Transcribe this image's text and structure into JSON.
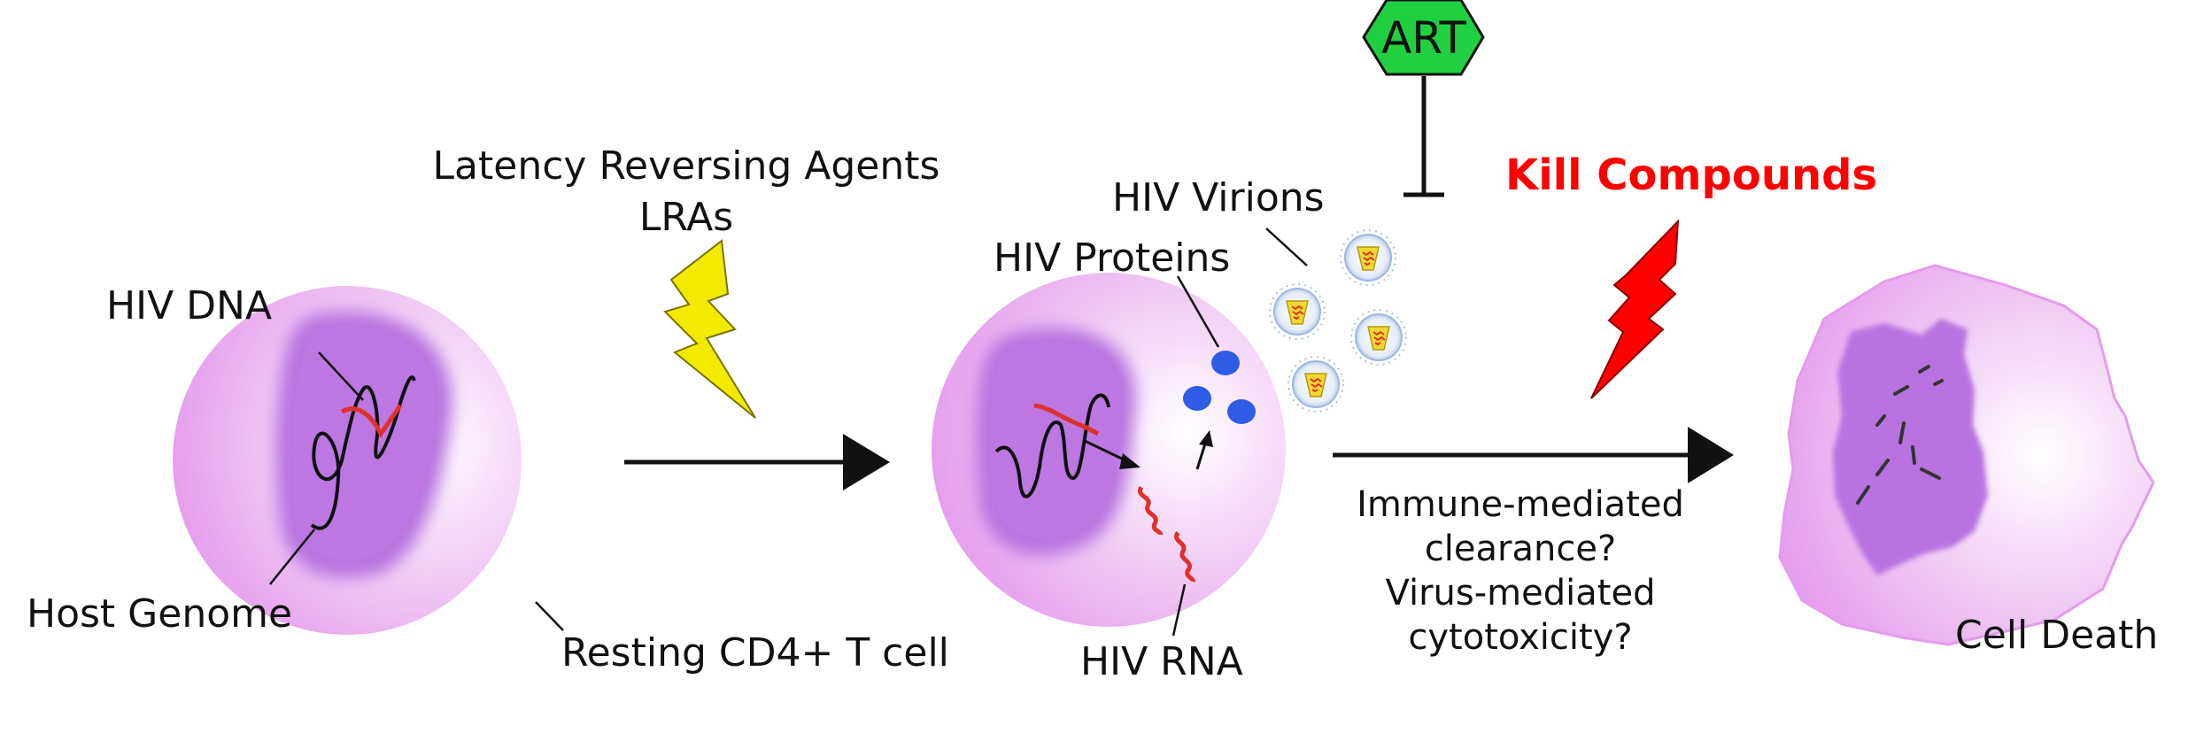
{
  "labels": {
    "hiv_dna": "HIV DNA",
    "host_genome": "Host Genome",
    "resting_cell": "Resting CD4+ T cell",
    "lra_line1": "Latency Reversing Agents",
    "lra_line2": "LRAs",
    "hiv_proteins": "HIV Proteins",
    "hiv_virions": "HIV Virions",
    "hiv_rna": "HIV RNA",
    "art": "ART",
    "kill_compounds": "Kill Compounds",
    "immune_line1": "Immune-mediated",
    "immune_line2": "clearance?",
    "virus_line1": "Virus-mediated",
    "virus_line2": "cytotoxicity?",
    "cell_death": "Cell Death"
  },
  "colors": {
    "cell_membrane": "#e8a6ee",
    "nucleus": "#b873e0",
    "dna_highlight": "#e0302a",
    "lightning_lra": "#f2ea00",
    "lightning_kill": "#ff0000",
    "art_octagon": "#20d040",
    "protein": "#2f5ce6",
    "kill_text": "#ff0000"
  }
}
